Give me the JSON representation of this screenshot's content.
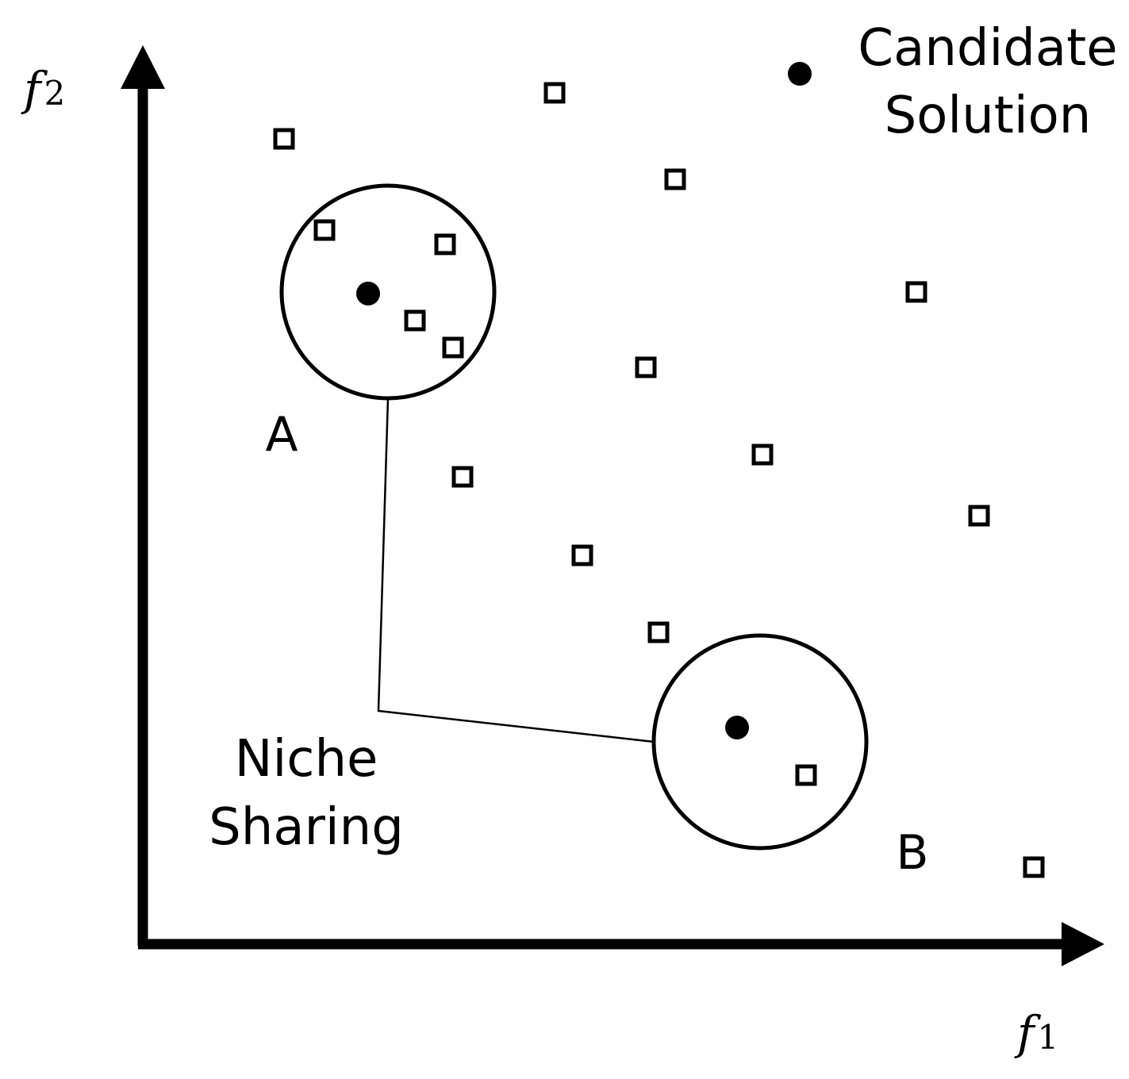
{
  "axes": {
    "x_label_main": "f",
    "x_label_sub": "1",
    "y_label_main": "f",
    "y_label_sub": "2"
  },
  "legend": {
    "candidate_line1": "Candidate",
    "candidate_line2": "Solution"
  },
  "niches": {
    "a_label": "A",
    "b_label": "B"
  },
  "annotation": {
    "line1": "Niche",
    "line2": "Sharing"
  },
  "colors": {
    "ink": "#000000",
    "background": "#ffffff"
  }
}
